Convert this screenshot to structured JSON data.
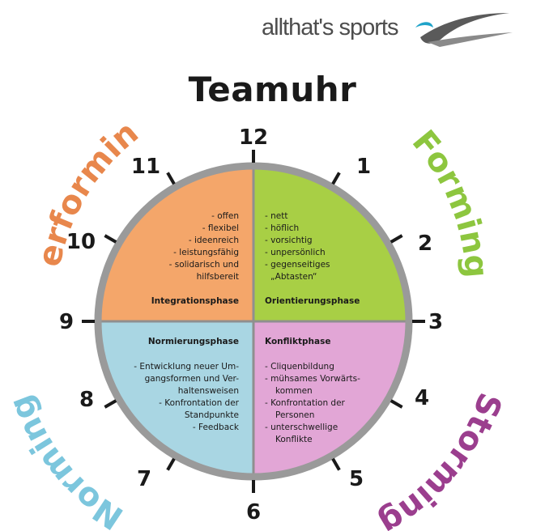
{
  "logo": {
    "text": "allthat's sports",
    "icon": "swoosh-icon",
    "color": "#4d4d4d"
  },
  "title": "Teamuhr",
  "clock": {
    "numbers": [
      "12",
      "1",
      "2",
      "3",
      "4",
      "5",
      "6",
      "7",
      "8",
      "9",
      "10",
      "11"
    ]
  },
  "stages": {
    "performing": {
      "label": "Performing",
      "color": "#e8874c"
    },
    "forming": {
      "label": "Forming",
      "color": "#8dc63f"
    },
    "storming": {
      "label": "Storming",
      "color": "#9b3e8e"
    },
    "norming": {
      "label": "Norming",
      "color": "#7cc6dd"
    }
  },
  "quadrants": {
    "top_left": {
      "color": "#f4a66a",
      "items": [
        "- offen",
        "- flexibel",
        "- ideenreich",
        "- leistungsfähig",
        "- solidarisch und",
        "hilfsbereit"
      ],
      "phase": "Integrationsphase"
    },
    "top_right": {
      "color": "#a8cf45",
      "items": [
        "- nett",
        "- höflich",
        "- vorsichtig",
        "- unpersönlich",
        "- gegenseitiges",
        "„Abtasten“"
      ],
      "phase": "Orientierungsphase"
    },
    "bottom_left": {
      "color": "#a9d6e3",
      "phase": "Normierungsphase",
      "items": [
        "- Entwicklung neuer Um-",
        "gangsformen und Ver-",
        "haltensweisen",
        "- Konfrontation der",
        "Standpunkte",
        "- Feedback"
      ]
    },
    "bottom_right": {
      "color": "#e2a6d6",
      "phase": "Konfliktphase",
      "items": [
        "- Cliquenbildung",
        "- mühsames Vorwärts-",
        "kommen",
        "- Konfrontation der",
        "Personen",
        "- unterschwellige",
        "Konflikte"
      ]
    }
  }
}
